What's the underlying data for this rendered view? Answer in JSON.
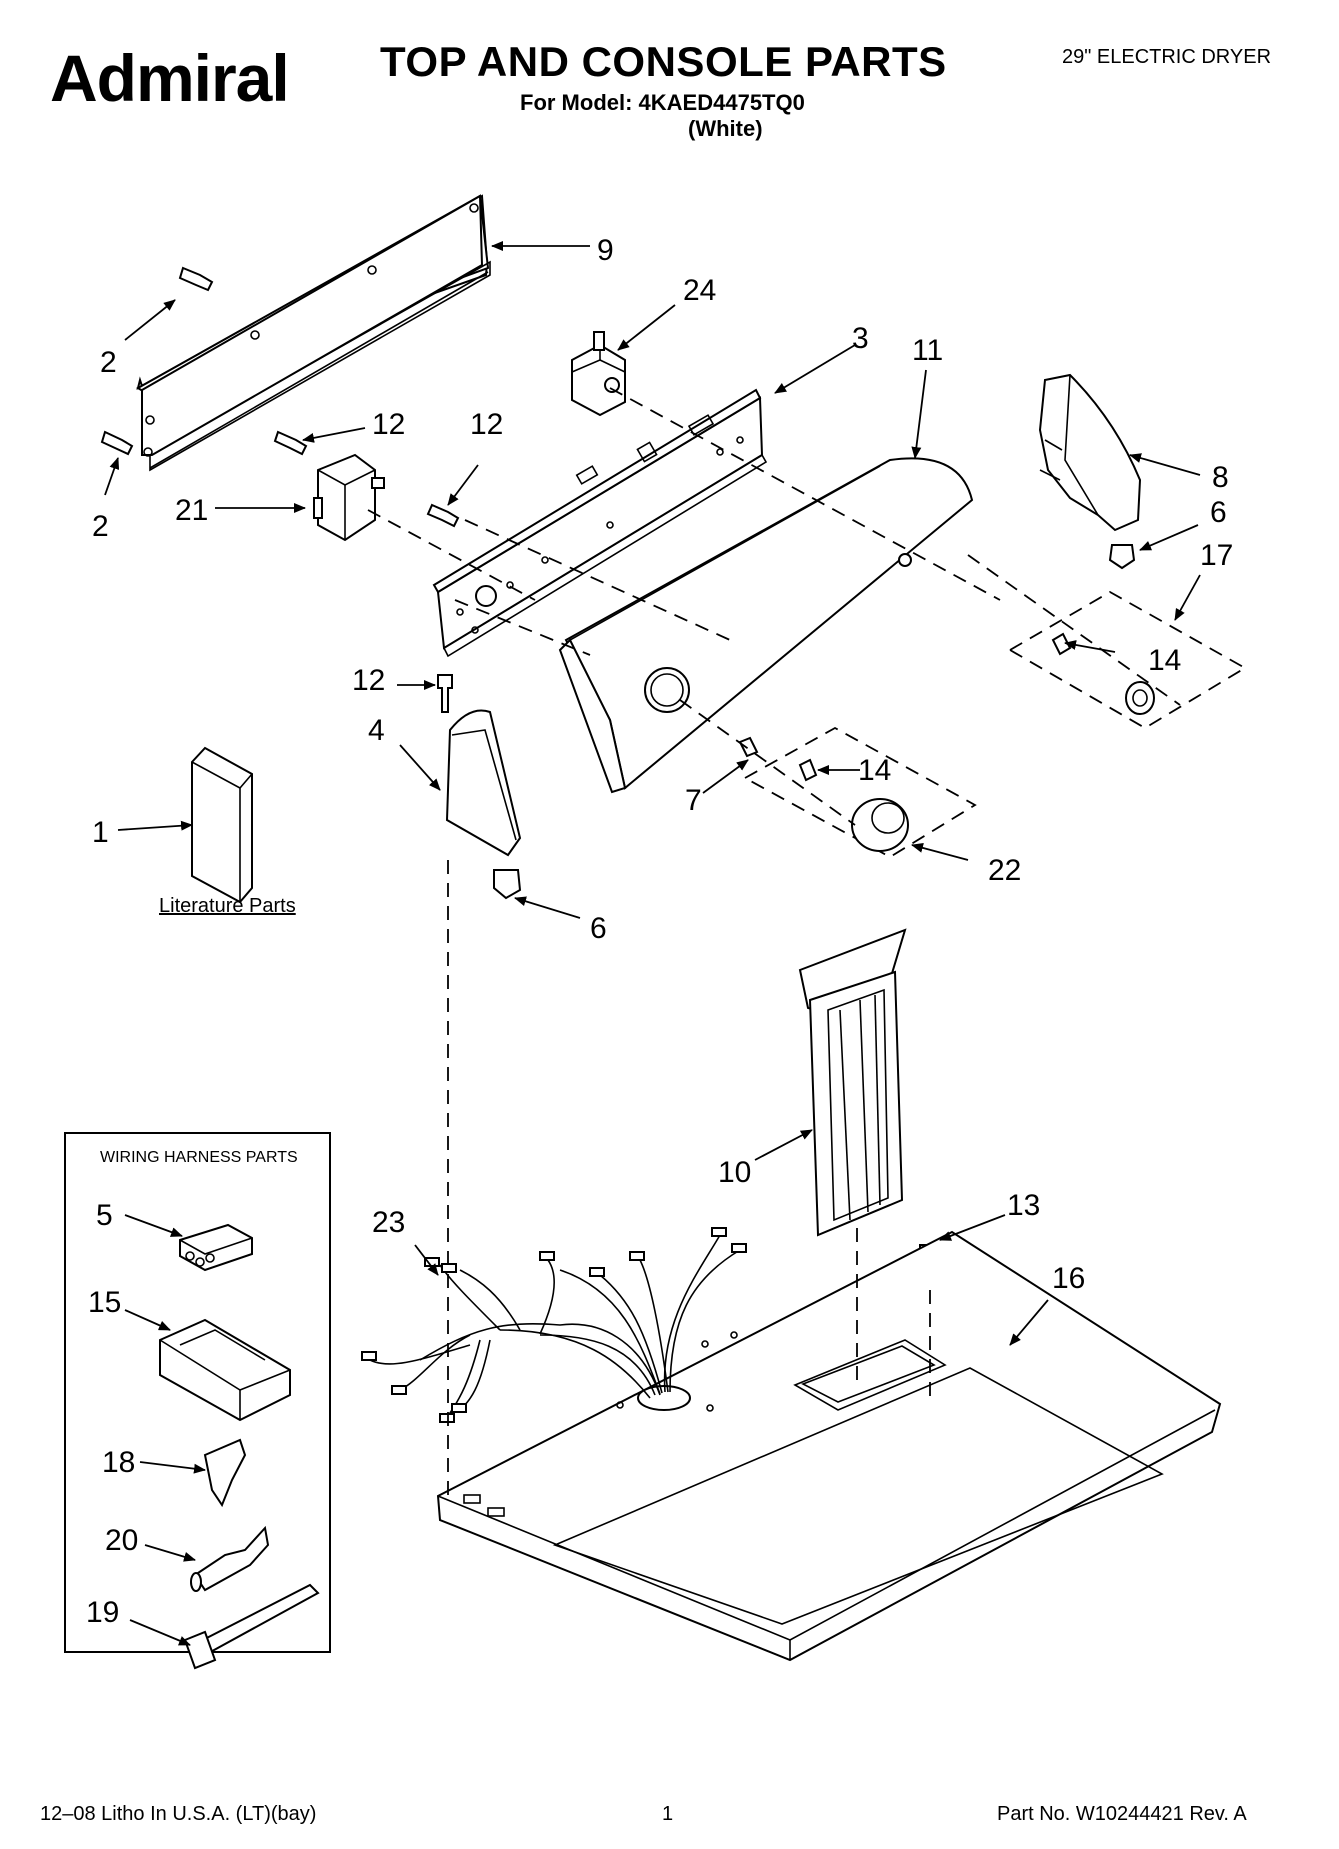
{
  "header": {
    "brand": "Admiral",
    "title": "TOP AND CONSOLE PARTS",
    "model_line": "For Model: 4KAED4475TQ0",
    "color_line": "(White)",
    "product_type": "29\" ELECTRIC DRYER"
  },
  "literature_label": "Literature Parts",
  "wiring_box_title": "WIRING HARNESS PARTS",
  "callouts": {
    "c1": "1",
    "c2a": "2",
    "c2b": "2",
    "c3": "3",
    "c4": "4",
    "c5": "5",
    "c6a": "6",
    "c6b": "6",
    "c7": "7",
    "c8": "8",
    "c9": "9",
    "c10": "10",
    "c11": "11",
    "c12a": "12",
    "c12b": "12",
    "c12c": "12",
    "c13": "13",
    "c14a": "14",
    "c14b": "14",
    "c15": "15",
    "c16": "16",
    "c17": "17",
    "c18": "18",
    "c19": "19",
    "c20": "20",
    "c21": "21",
    "c22": "22",
    "c23": "23",
    "c24": "24"
  },
  "footer": {
    "print_info": "12–08 Litho In U.S.A. (LT)(bay)",
    "page_number": "1",
    "part_number": "Part No. W10244421 Rev. A"
  }
}
